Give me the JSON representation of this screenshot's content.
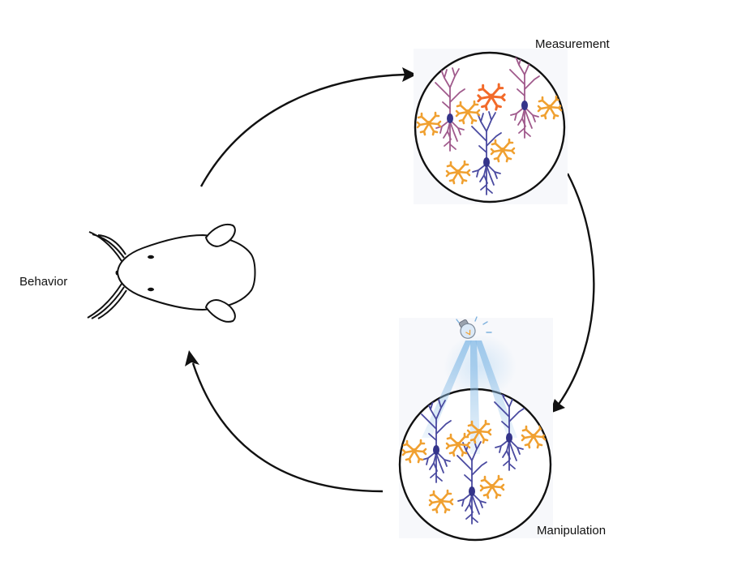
{
  "labels": {
    "measurement": "Measurement",
    "manipulation": "Manipulation",
    "behavior": "Behavior"
  },
  "colors": {
    "background": "#ffffff",
    "arrow": "#111111",
    "circle_outline": "#111111",
    "neuron_recorded": "#a05a8c",
    "neuron_manipulated": "#4a4aa0",
    "soma": "#34348a",
    "astrocyte": "#f0a030",
    "active_astrocyte": "#f26a2a",
    "light_beam": "#8fc0e8",
    "bulb": "#cfe4f6"
  },
  "icons": {
    "mouse": "mouse-top-view-icon",
    "light": "light-bulb-icon",
    "neuron": "pyramidal-neuron-icon",
    "astrocyte": "astrocyte-icon"
  }
}
